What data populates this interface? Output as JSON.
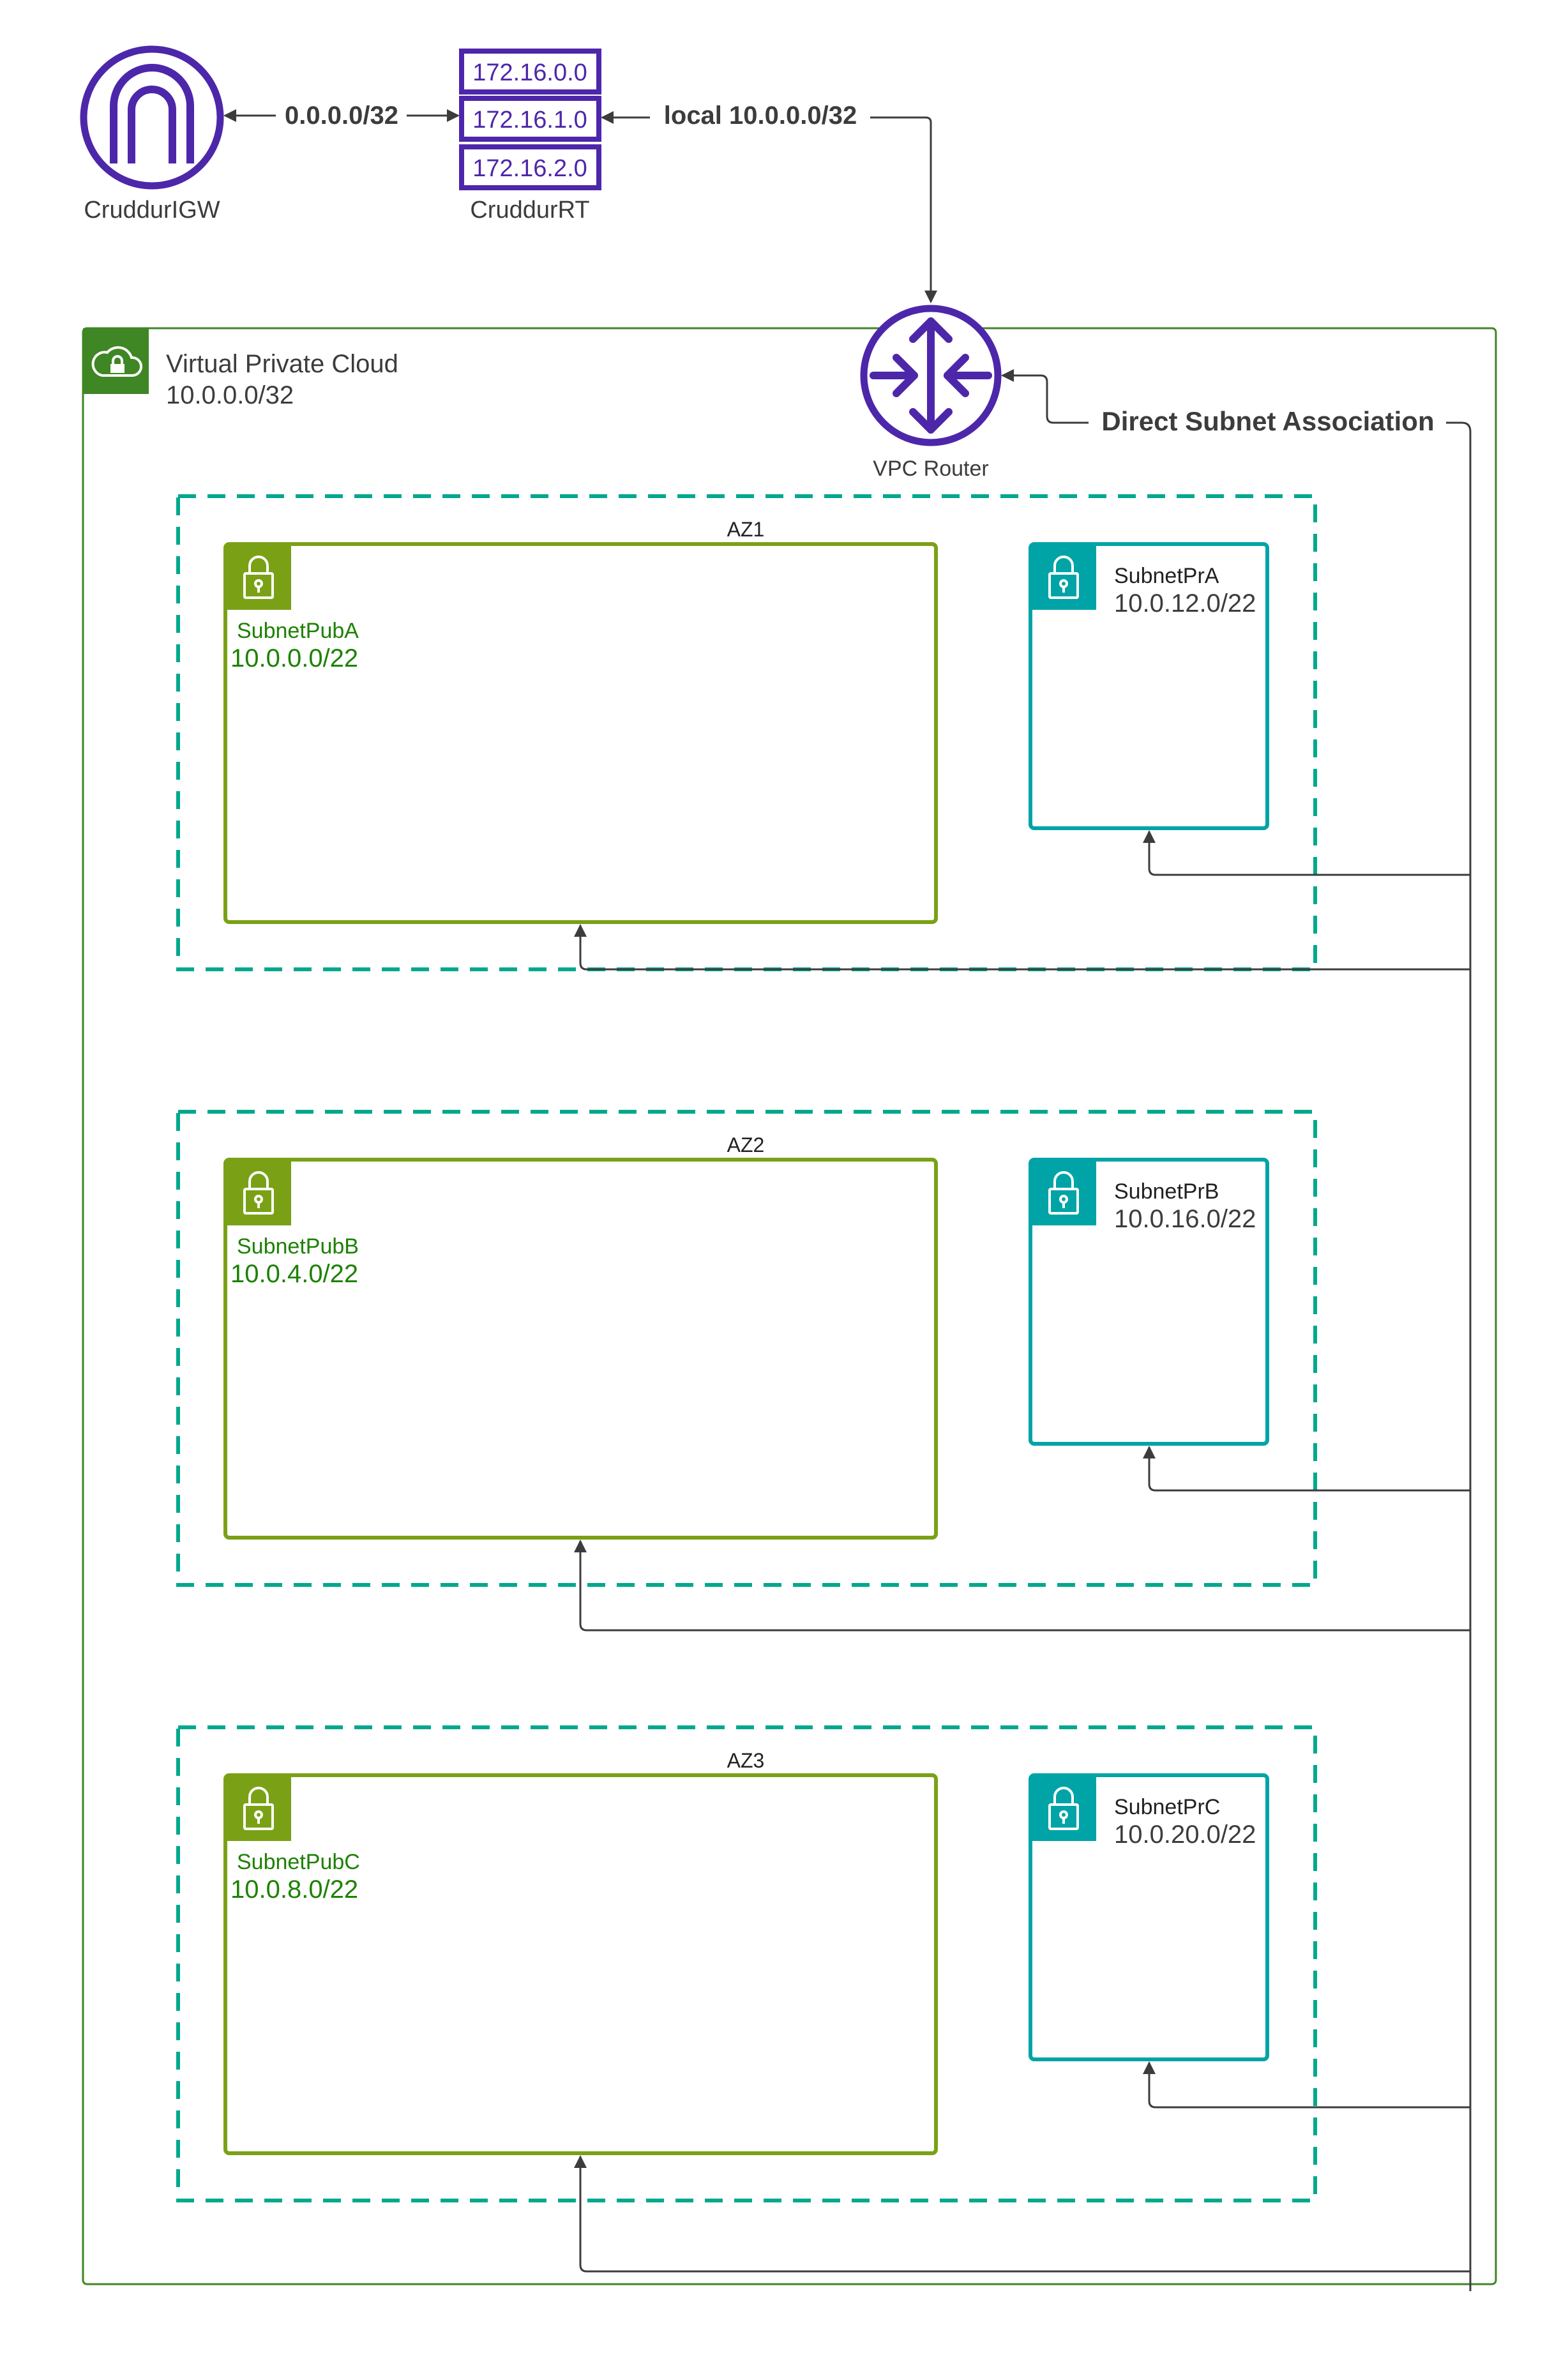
{
  "igw": {
    "label": "CruddurIGW"
  },
  "route_table": {
    "label": "CruddurRT",
    "entries": [
      "172.16.0.0",
      "172.16.1.0",
      "172.16.2.0"
    ]
  },
  "edges": {
    "igw_rt": "0.0.0.0/32",
    "rt_router": "local 10.0.0.0/32",
    "association": "Direct Subnet Association"
  },
  "vpc": {
    "title": "Virtual Private Cloud",
    "cidr": "10.0.0.0/32"
  },
  "router": {
    "label": "VPC Router"
  },
  "zones": [
    {
      "label": "AZ1",
      "public": {
        "name": "SubnetPubA",
        "cidr": "10.0.0.0/22"
      },
      "private": {
        "name": "SubnetPrA",
        "cidr": "10.0.12.0/22"
      }
    },
    {
      "label": "AZ2",
      "public": {
        "name": "SubnetPubB",
        "cidr": "10.0.4.0/22"
      },
      "private": {
        "name": "SubnetPrB",
        "cidr": "10.0.16.0/22"
      }
    },
    {
      "label": "AZ3",
      "public": {
        "name": "SubnetPubC",
        "cidr": "10.0.8.0/22"
      },
      "private": {
        "name": "SubnetPrC",
        "cidr": "10.0.20.0/22"
      }
    }
  ],
  "colors": {
    "purple": "#4d27aa",
    "vpc_green": "#3f8624",
    "public_green": "#7aa116",
    "teal": "#01a88d",
    "private_teal": "#00a4a6",
    "line": "#3c3c3c"
  }
}
